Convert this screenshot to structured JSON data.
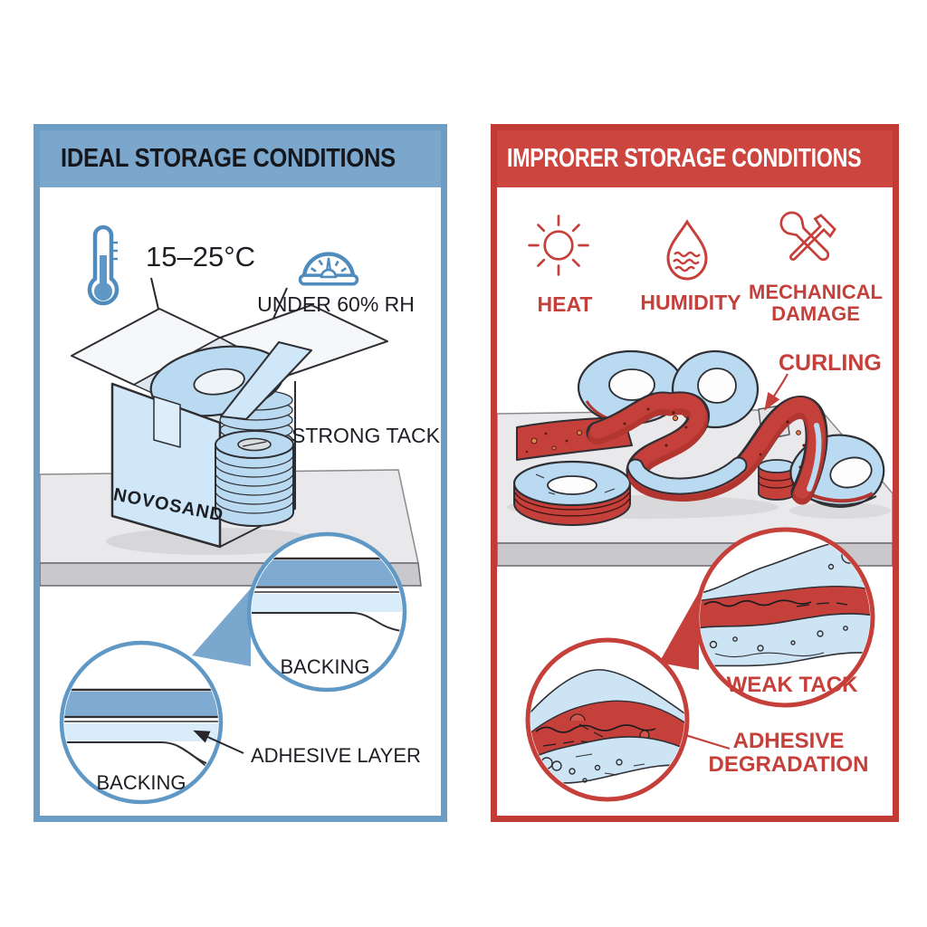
{
  "page": {
    "background": "#ffffff"
  },
  "left_panel": {
    "title": "IDEAL STORAGE CONDITIONS",
    "theme_color": "#7ba7cc",
    "border_color": "#6b9dc5",
    "title_color": "#15171c",
    "temperature_range": "15–25°C",
    "humidity_limit": "UNDER 60% RH",
    "box_brand": "NOVOSAND",
    "tack_label": "STRONG TACK",
    "cross_section": {
      "backing_top": "BACKING",
      "backing_bottom": "BACKING",
      "adhesive_layer": "ADHESIVE LAYER"
    },
    "icons": [
      "thermometer-icon",
      "humidity-gauge-icon"
    ]
  },
  "right_panel": {
    "title": "IMPRORER STORAGE CONDITIONS",
    "theme_color": "#cc453f",
    "border_color": "#c23b35",
    "title_color": "#ffffff",
    "hazards": [
      {
        "icon": "sun-icon",
        "label": "HEAT"
      },
      {
        "icon": "droplet-icon",
        "label": "HUMIDITY"
      },
      {
        "icon": "wrench-hammer-icon",
        "label": "MECHANICAL DAMAGE"
      }
    ],
    "curling_label": "CURLING",
    "cross_section": {
      "weak_tack": "WEAK TACK",
      "degradation": "ADHESIVE DEGRADATION"
    }
  },
  "illustration_colors": {
    "tape_blue": "#badaf2",
    "tape_backing_blue": "#7fabd2",
    "liner_blue": "#d9ecf9",
    "adhesive_red": "#c5403a",
    "shelf_grey": "#e9e9eb",
    "shelf_edge_grey": "#c9c9cd",
    "outline": "#2f2f33"
  }
}
